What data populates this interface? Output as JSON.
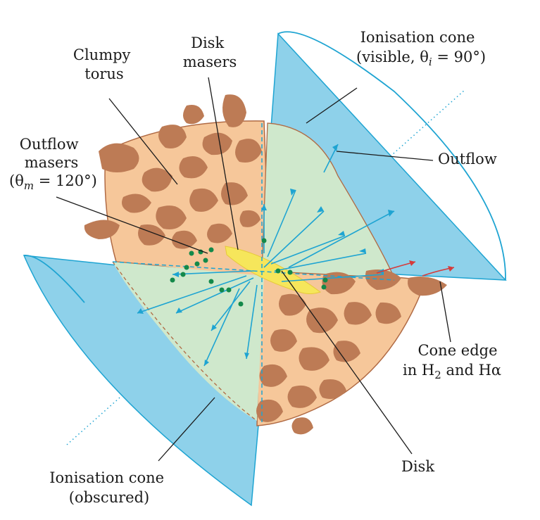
{
  "labels": {
    "disk_masers": [
      "Disk",
      "masers"
    ],
    "clumpy_torus": [
      "Clumpy",
      "torus"
    ],
    "ionisation_visible": [
      "Ionisation cone",
      "(visible, θ",
      "i",
      " = 90°)"
    ],
    "outflow_masers": [
      "Outflow",
      "masers",
      "(θ",
      "m",
      " = 120°)"
    ],
    "outflow": "Outflow",
    "cone_edge": [
      "Cone edge",
      "in H",
      "2",
      " and Hα"
    ],
    "ionisation_obscured": [
      "Ionisation cone",
      "(obscured)"
    ],
    "disk": "Disk"
  },
  "colors": {
    "cone_blue": "#8ed1ea",
    "cone_edge": "#1ea4d2",
    "inner_green": "#cfe8cc",
    "torus_peach": "#f6c79a",
    "clump_brown": "#bd7b55",
    "disk_yellow": "#f6e65b",
    "maser_green": "#13894a",
    "flow_red": "#d53b3b"
  }
}
